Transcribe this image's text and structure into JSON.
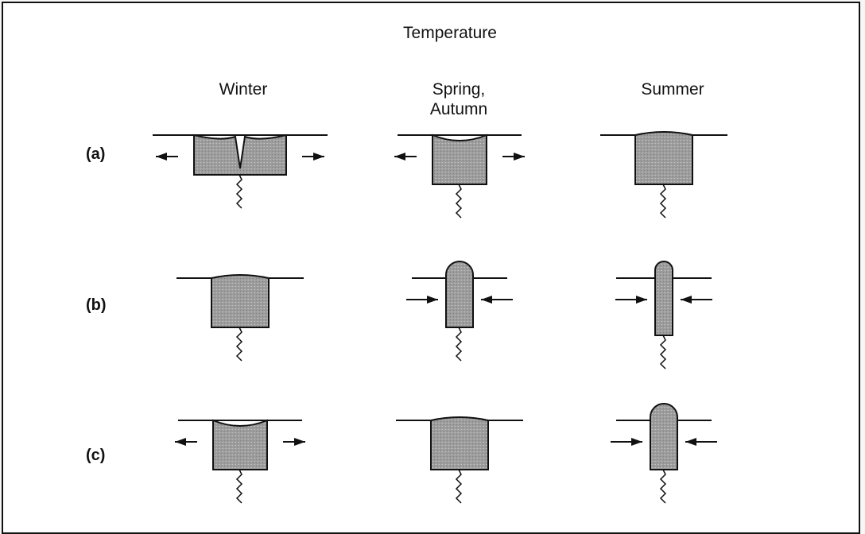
{
  "title": "Temperature",
  "columns": [
    {
      "label_line1": "Winter",
      "label_line2": ""
    },
    {
      "label_line1": "Spring,",
      "label_line2": "Autumn"
    },
    {
      "label_line1": "Summer",
      "label_line2": ""
    }
  ],
  "rows": [
    {
      "label": "(a)",
      "cells": [
        {
          "shape": "v-notch",
          "arrows": "outward"
        },
        {
          "shape": "shallow-dip",
          "arrows": "outward"
        },
        {
          "shape": "flat-bulge",
          "arrows": "none"
        }
      ]
    },
    {
      "label": "(b)",
      "cells": [
        {
          "shape": "flat-bulge",
          "arrows": "none"
        },
        {
          "shape": "dome",
          "arrows": "inward"
        },
        {
          "shape": "narrow-dome",
          "arrows": "inward"
        }
      ]
    },
    {
      "label": "(c)",
      "cells": [
        {
          "shape": "shallow-dip",
          "arrows": "outward"
        },
        {
          "shape": "flat-bulge",
          "arrows": "none"
        },
        {
          "shape": "dome",
          "arrows": "inward"
        }
      ]
    }
  ],
  "colors": {
    "fill": "#9a9a9a",
    "stroke": "#111111",
    "background": "#ffffff"
  }
}
